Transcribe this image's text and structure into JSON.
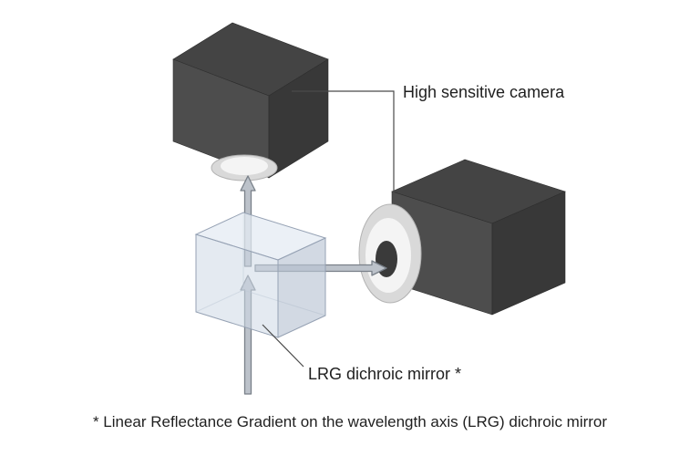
{
  "labels": {
    "camera": "High sensitive camera",
    "mirror": "LRG dichroic mirror *",
    "footnote": "* Linear Reflectance Gradient on the wavelength axis (LRG) dichroic mirror"
  },
  "colors": {
    "camera_front": "#4d4d4d",
    "camera_side": "#383838",
    "camera_top": "#444444",
    "lens_outer": "#d9d9d9",
    "lens_inner": "#f4f4f4",
    "lens_hole": "#3a3a3a",
    "arrow_fill": "#bcc2ca",
    "mirror_front": "rgba(206,216,229,0.55)",
    "mirror_side": "rgba(186,197,212,0.65)",
    "mirror_top": "rgba(228,235,243,0.75)"
  }
}
